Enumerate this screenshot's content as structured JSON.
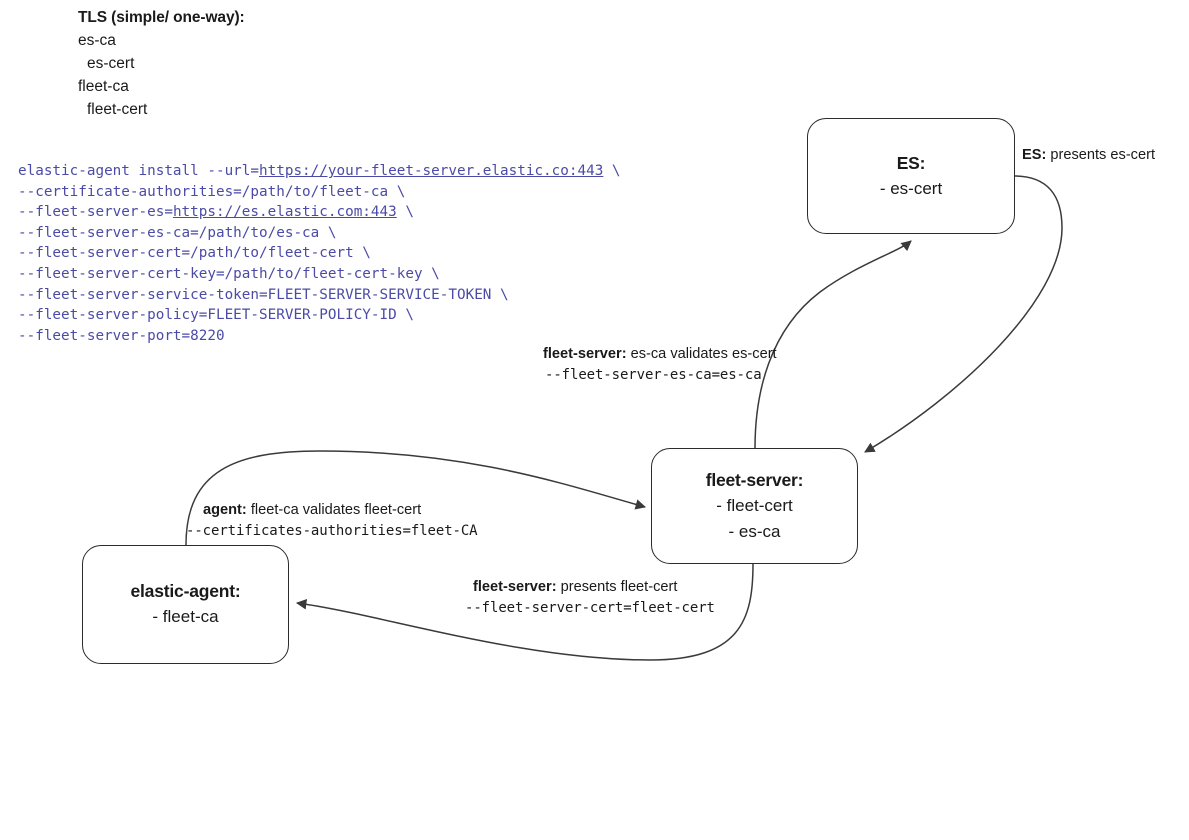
{
  "legend": {
    "title": "TLS (simple/ one-way):",
    "lines": [
      {
        "text": "es-ca",
        "indent": false
      },
      {
        "text": "es-cert",
        "indent": true
      },
      {
        "text": "fleet-ca",
        "indent": false
      },
      {
        "text": "fleet-cert",
        "indent": true
      }
    ]
  },
  "command": {
    "color": "#4b4ba6",
    "lines": [
      {
        "segments": [
          {
            "text": "elastic-agent install --url=",
            "link": false
          },
          {
            "text": "https://your-fleet-server.elastic.co:443",
            "link": true
          },
          {
            "text": " \\",
            "link": false
          }
        ]
      },
      {
        "segments": [
          {
            "text": "--certificate-authorities=/path/to/fleet-ca \\",
            "link": false
          }
        ]
      },
      {
        "segments": [
          {
            "text": "--fleet-server-es=",
            "link": false
          },
          {
            "text": "https://es.elastic.com:443",
            "link": true
          },
          {
            "text": " \\",
            "link": false
          }
        ]
      },
      {
        "segments": [
          {
            "text": "--fleet-server-es-ca=/path/to/es-ca \\",
            "link": false
          }
        ]
      },
      {
        "segments": [
          {
            "text": "--fleet-server-cert=/path/to/fleet-cert \\",
            "link": false
          }
        ]
      },
      {
        "segments": [
          {
            "text": "--fleet-server-cert-key=/path/to/fleet-cert-key \\",
            "link": false
          }
        ]
      },
      {
        "segments": [
          {
            "text": "--fleet-server-service-token=FLEET-SERVER-SERVICE-TOKEN \\",
            "link": false
          }
        ]
      },
      {
        "segments": [
          {
            "text": "--fleet-server-policy=FLEET-SERVER-POLICY-ID \\",
            "link": false
          }
        ]
      },
      {
        "segments": [
          {
            "text": "--fleet-server-port=8220",
            "link": false
          }
        ]
      }
    ]
  },
  "nodes": {
    "es": {
      "title": "ES:",
      "details": [
        "- es-cert"
      ]
    },
    "fleet_server": {
      "title": "fleet-server:",
      "details": [
        "- fleet-cert",
        "- es-ca"
      ]
    },
    "elastic_agent": {
      "title": "elastic-agent:",
      "details": [
        "- fleet-ca"
      ]
    }
  },
  "edge_labels": {
    "es_presents": {
      "strong": "ES:",
      "text": " presents es-cert",
      "mono": ""
    },
    "fleet_validates": {
      "strong": "fleet-server:",
      "text": " es-ca validates es-cert",
      "mono": "--fleet-server-es-ca=es-ca"
    },
    "agent_validates": {
      "strong": "agent:",
      "text": " fleet-ca validates fleet-cert",
      "mono": "--certificates-authorities=fleet-CA"
    },
    "fleet_presents": {
      "strong": "fleet-server:",
      "text": " presents fleet-cert",
      "mono": "--fleet-server-cert=fleet-cert"
    }
  },
  "style": {
    "stroke": "#2b2b2b",
    "connector_stroke": "#3a3a3a",
    "background": "#ffffff"
  }
}
